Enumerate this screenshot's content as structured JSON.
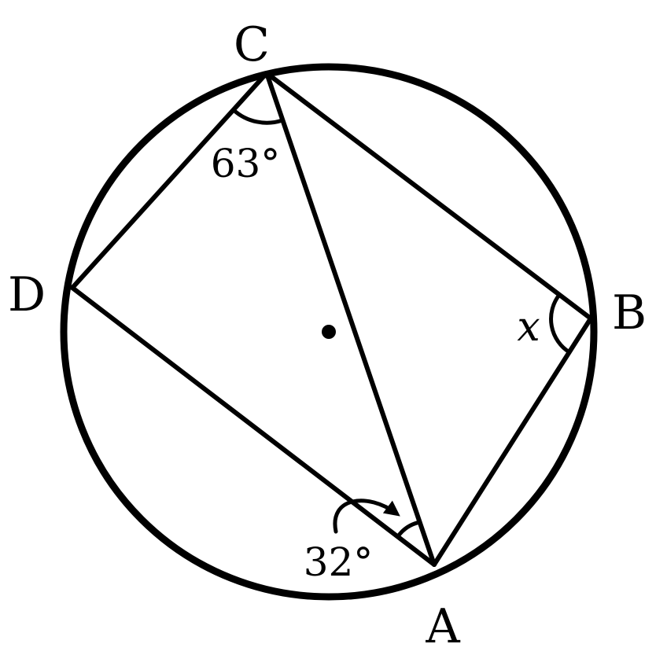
{
  "vertices": {
    "A": "A",
    "B": "B",
    "C": "C",
    "D": "D"
  },
  "angles": {
    "angle_dca": "63°",
    "angle_dac": "32°",
    "angle_b": "x"
  },
  "colors": {
    "stroke": "#000000",
    "background": "#ffffff"
  }
}
